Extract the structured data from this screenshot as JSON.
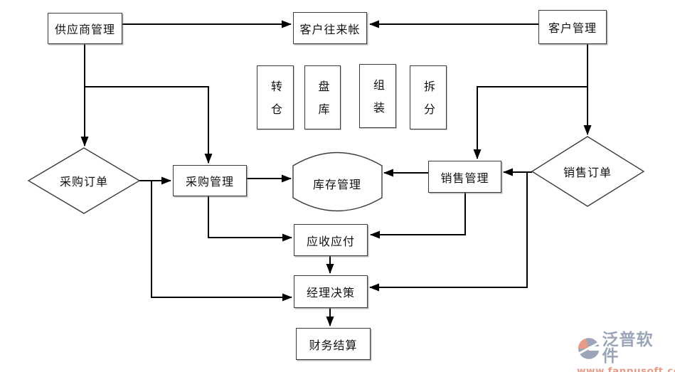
{
  "nodes": {
    "supplier_mgmt": {
      "label": "供应商管理",
      "shape": "rect"
    },
    "customer_account": {
      "label": "客户往来帐",
      "shape": "rect"
    },
    "customer_mgmt": {
      "label": "客户管理",
      "shape": "rect"
    },
    "transfer": {
      "label": "转仓",
      "shape": "rect-vertical"
    },
    "stocktake": {
      "label": "盘库",
      "shape": "rect-vertical"
    },
    "assembly": {
      "label": "组装",
      "shape": "rect-vertical"
    },
    "split": {
      "label": "拆分",
      "shape": "rect-vertical"
    },
    "purchase_order": {
      "label": "采购订单",
      "shape": "diamond"
    },
    "purchase_mgmt": {
      "label": "采购管理",
      "shape": "rect"
    },
    "inventory_mgmt": {
      "label": "库存管理",
      "shape": "cylinder"
    },
    "sales_mgmt": {
      "label": "销售管理",
      "shape": "rect"
    },
    "sales_order": {
      "label": "销售订单",
      "shape": "diamond"
    },
    "receivables_payables": {
      "label": "应收应付",
      "shape": "rect"
    },
    "manager_decision": {
      "label": "经理决策",
      "shape": "rect"
    },
    "financial_settlement": {
      "label": "财务结算",
      "shape": "rect"
    }
  },
  "edges": [
    {
      "from": "supplier_mgmt",
      "to": "customer_account"
    },
    {
      "from": "customer_mgmt",
      "to": "customer_account"
    },
    {
      "from": "supplier_mgmt",
      "to": "purchase_order"
    },
    {
      "from": "supplier_mgmt",
      "to": "purchase_mgmt"
    },
    {
      "from": "customer_mgmt",
      "to": "sales_order"
    },
    {
      "from": "customer_mgmt",
      "to": "sales_mgmt"
    },
    {
      "from": "purchase_order",
      "to": "purchase_mgmt"
    },
    {
      "from": "purchase_order",
      "to": "manager_decision"
    },
    {
      "from": "purchase_mgmt",
      "to": "inventory_mgmt"
    },
    {
      "from": "purchase_mgmt",
      "to": "receivables_payables"
    },
    {
      "from": "sales_order",
      "to": "sales_mgmt"
    },
    {
      "from": "sales_order",
      "to": "manager_decision"
    },
    {
      "from": "sales_mgmt",
      "to": "inventory_mgmt"
    },
    {
      "from": "sales_mgmt",
      "to": "receivables_payables"
    },
    {
      "from": "receivables_payables",
      "to": "manager_decision"
    },
    {
      "from": "manager_decision",
      "to": "financial_settlement"
    }
  ],
  "watermark": {
    "brand": "泛普软件",
    "url": "www.fanpusoft.com",
    "brand_color": "#9aa5b8",
    "url_color": "#e89a85"
  },
  "colors": {
    "background": "#ffffff",
    "line": "#000000",
    "box_border": "#3c3c3c"
  }
}
